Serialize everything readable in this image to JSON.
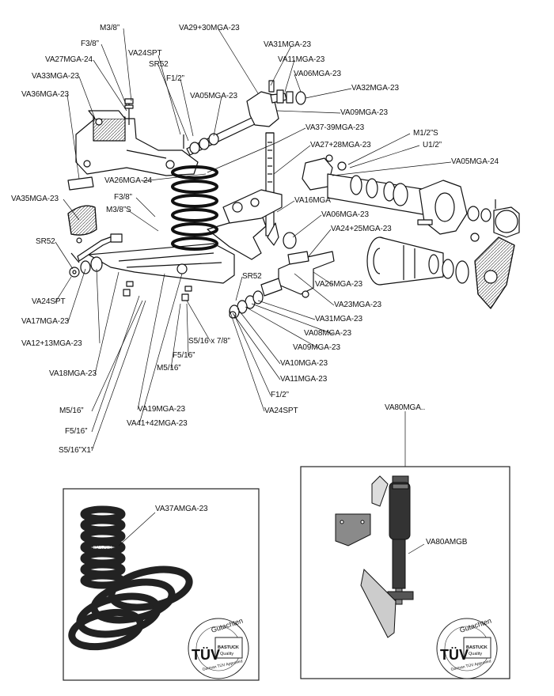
{
  "labels": {
    "m38_a": "M3/8”",
    "f38_a": "F3/8”",
    "va24spt_a": "VA24SPT",
    "va29_30": "VA29+30MGA-23",
    "va31_a": "VA31MGA-23",
    "va27": "VA27MGA-24",
    "sr52_a": "SR52",
    "va11_a": "VA11MGA-23",
    "va33": "VA33MGA-23",
    "f12_a": "F1/2”",
    "va06_a": "VA06MGA-23",
    "va32": "VA32MGA-23",
    "va36": "VA36MGA-23",
    "va05_a": "VA05MGA-23",
    "va09_a": "VA09MGA-23",
    "va37_39": "VA37-39MGA-23",
    "m12s": "M1/2”S",
    "va27_28": "VA27+28MGA-23",
    "u12": "U1/2”",
    "va05_24": "VA05MGA-24",
    "va26_24": "VA26MGA-24",
    "va35": "VA35MGA-23",
    "f38_b": "F3/8”",
    "va16": "VA16MGA",
    "m38s": "M3/8”S",
    "va06_b": "VA06MGA-23",
    "va24_25": "VA24+25MGA-23",
    "sr52_b": "SR52",
    "va26_23": "VA26MGA-23",
    "sr52_c": "SR52",
    "va24spt_b": "VA24SPT",
    "va23": "VA23MGA-23",
    "va17": "VA17MGA-23",
    "va31_b": "VA31MGA-23",
    "va08": "VA08MGA-23",
    "va12_13": "VA12+13MGA-23",
    "s516x78": "S5/16 x 7/8”",
    "va09_b": "VA09MGA-23",
    "f516_a": "F5/16”",
    "va10": "VA10MGA-23",
    "m516_a": "M5/16”",
    "va18": "VA18MGA-23",
    "va11_b": "VA11MGA-23",
    "f12_b": "F1/2”",
    "va24spt_c": "VA24SPT",
    "m516_b": "M5/16”",
    "va19": "VA19MGA-23",
    "va41_42": "VA41+42MGA-23",
    "f516_b": "F5/16”",
    "s516x1": "S5/16”X1”",
    "va80mga": "VA80MGA..",
    "va37amga": "VA37AMGA-23",
    "va80amgb": "VA80AMGB"
  },
  "badges": [
    {
      "word": "TÜV",
      "top": "Gutachten",
      "brand": "BASTUCK",
      "quality": "Quality",
      "ring": "German TÜV Approved"
    },
    {
      "word": "TÜV",
      "top": "Gutachten",
      "brand": "BASTUCK",
      "quality": "Quality",
      "ring": "German TÜV Approved"
    }
  ],
  "spring_stamp": "BASTUCK",
  "colors": {
    "ink": "#111111",
    "part": "#ffffff",
    "dark": "#3a3a3a"
  }
}
